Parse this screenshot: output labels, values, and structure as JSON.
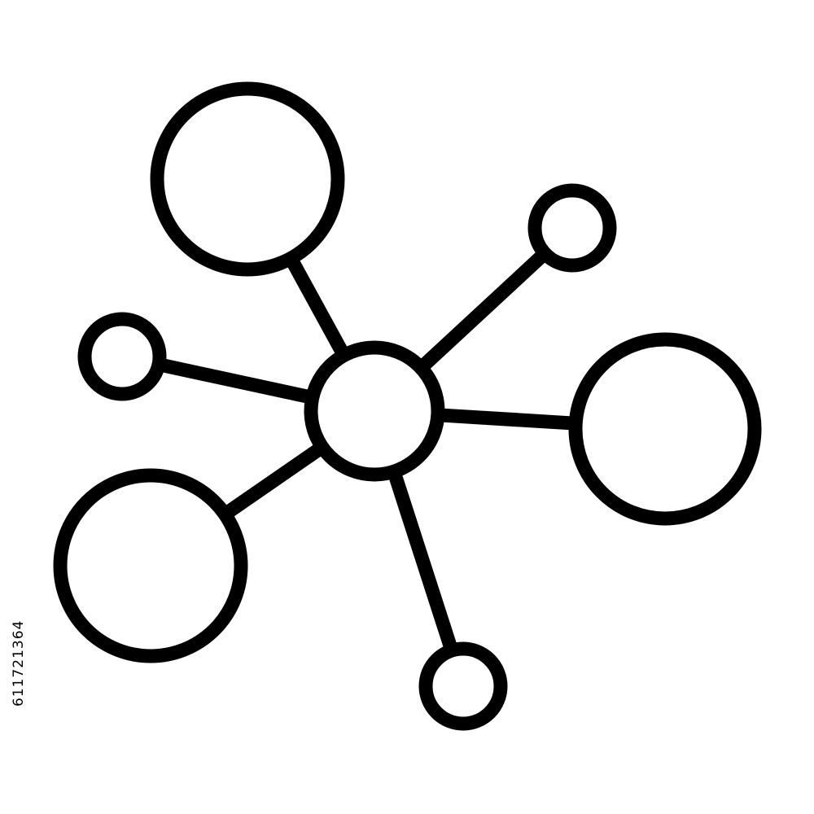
{
  "icon": {
    "name": "network-hub-icon",
    "stroke_color": "#000000",
    "fill_color": "#ffffff",
    "hub": "hub",
    "branches": [
      {
        "name": "large-top-left",
        "size": "large"
      },
      {
        "name": "small-top-right",
        "size": "small"
      },
      {
        "name": "small-left",
        "size": "small"
      },
      {
        "name": "large-right",
        "size": "large"
      },
      {
        "name": "large-bottom-left",
        "size": "large"
      },
      {
        "name": "small-bottom",
        "size": "small"
      }
    ]
  },
  "stock_id": {
    "text": "611721364",
    "color": "#000000"
  }
}
